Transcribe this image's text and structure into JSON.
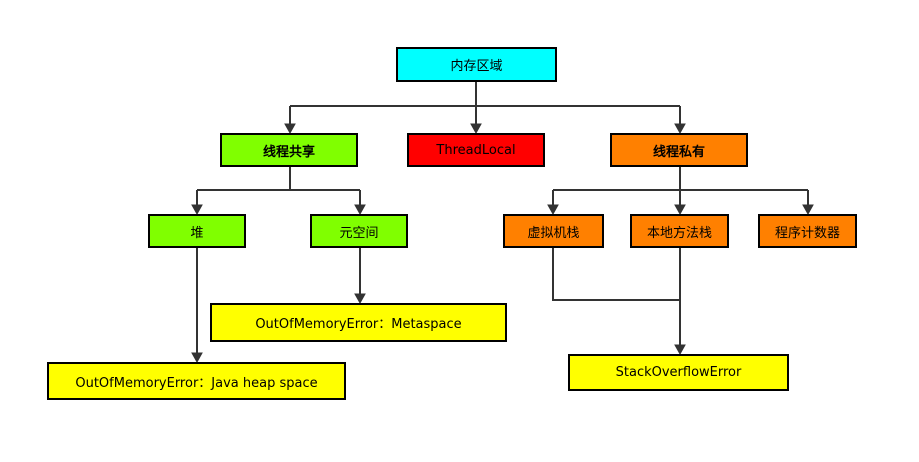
{
  "diagram": {
    "root": {
      "label": "内存区域",
      "color": "#00ffff"
    },
    "shared": {
      "label": "线程共享",
      "color": "#80ff00"
    },
    "threadlocal": {
      "label": "ThreadLocal",
      "color": "#ff0000"
    },
    "private": {
      "label": "线程私有",
      "color": "#ff8000"
    },
    "heap": {
      "label": "堆",
      "color": "#80ff00"
    },
    "metaspace": {
      "label": "元空间",
      "color": "#80ff00"
    },
    "vm_stack": {
      "label": "虚拟机栈",
      "color": "#ff8000"
    },
    "native_stack": {
      "label": "本地方法栈",
      "color": "#ff8000"
    },
    "pc_register": {
      "label": "程序计数器",
      "color": "#ff8000"
    },
    "oom_metaspace": {
      "label": "OutOfMemoryError：Metaspace",
      "color": "#ffff00"
    },
    "oom_heap": {
      "label": "OutOfMemoryError：Java heap space",
      "color": "#ffff00"
    },
    "stack_overflow": {
      "label": "StackOverflowError",
      "color": "#ffff00"
    }
  }
}
